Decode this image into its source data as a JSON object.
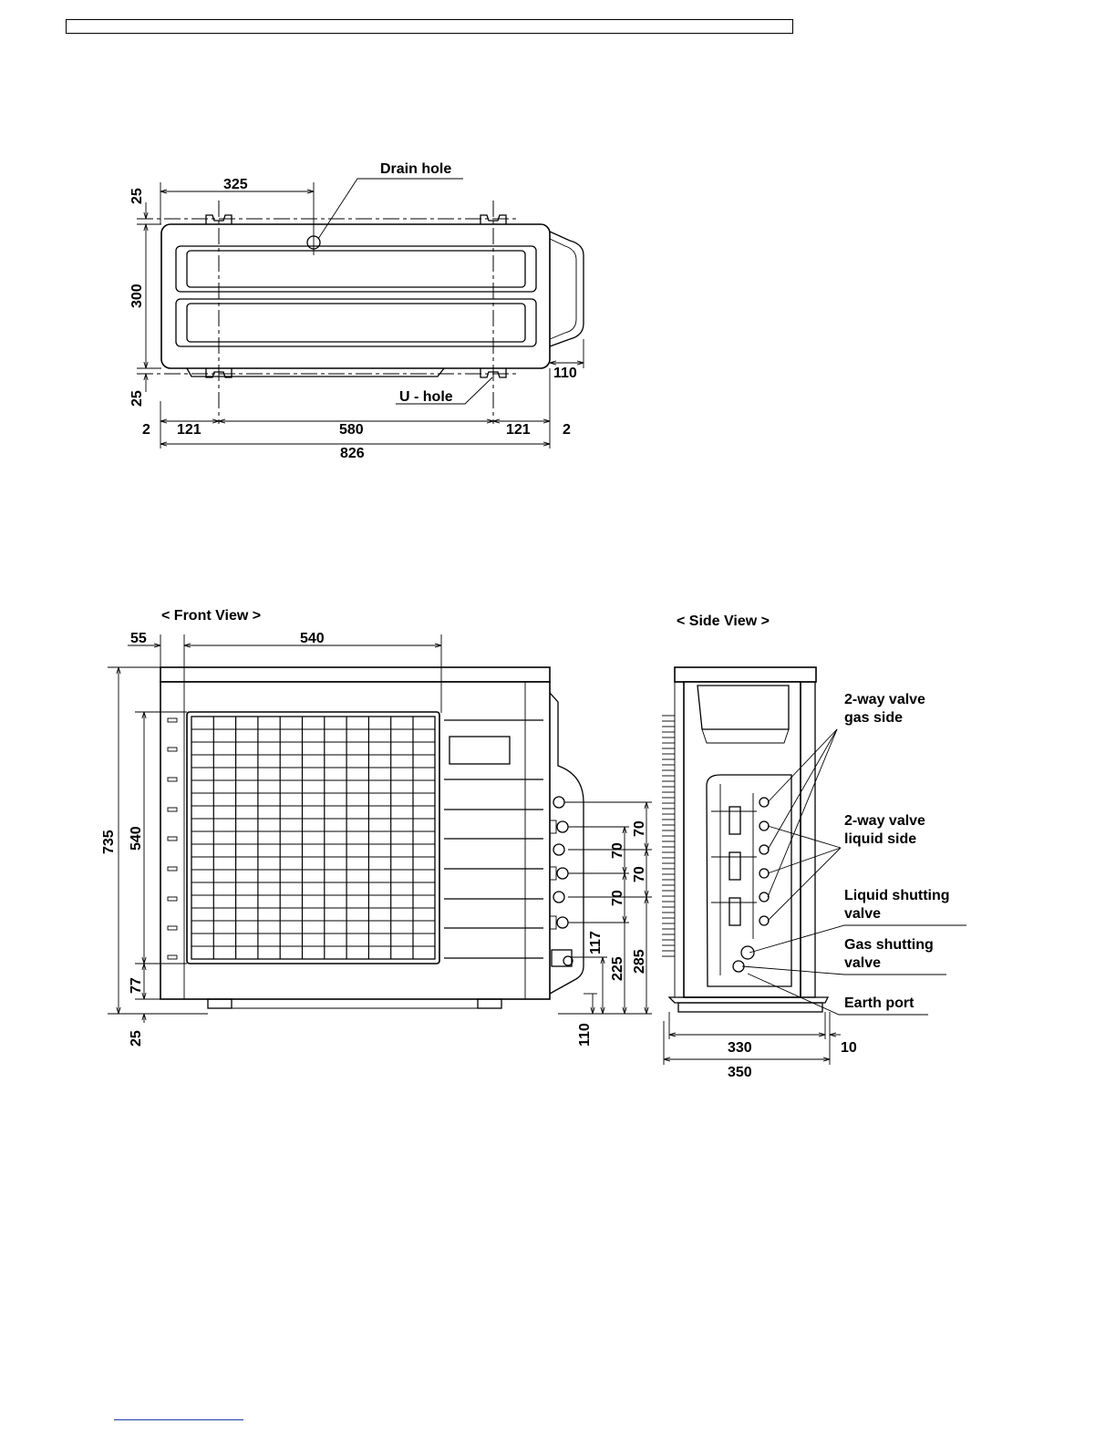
{
  "top_view": {
    "labels": {
      "drain_hole": "Drain hole",
      "u_hole": "U - hole"
    },
    "dimensions": {
      "top_25": "25",
      "drain_offset_325": "325",
      "depth_300": "300",
      "bottom_25": "25",
      "left_2": "2",
      "left_121": "121",
      "mid_580": "580",
      "right_121": "121",
      "right_2": "2",
      "total_826": "826",
      "valve_cover_110": "110"
    }
  },
  "front_view": {
    "title": "< Front View >",
    "dimensions": {
      "left_55": "55",
      "top_540": "540",
      "height_735": "735",
      "grille_540": "540",
      "bottom_77": "77",
      "foot_25": "25",
      "pipe_70_a": "70",
      "pipe_70_b": "70",
      "pipe_70_c": "70",
      "pipe_70_d": "70",
      "pipe_117": "117",
      "pipe_225": "225",
      "pipe_285": "285",
      "pipe_110": "110"
    }
  },
  "side_view": {
    "title": "< Side View >",
    "labels": {
      "two_way_gas_1": "2-way valve",
      "two_way_gas_2": "gas side",
      "two_way_liquid_1": "2-way valve",
      "two_way_liquid_2": "liquid side",
      "liquid_shutting_1": "Liquid shutting",
      "liquid_shutting_2": "valve",
      "gas_shutting_1": "Gas shutting",
      "gas_shutting_2": "valve",
      "earth_port": "Earth port"
    },
    "dimensions": {
      "depth_330": "330",
      "offset_10": "10",
      "total_350": "350"
    }
  }
}
